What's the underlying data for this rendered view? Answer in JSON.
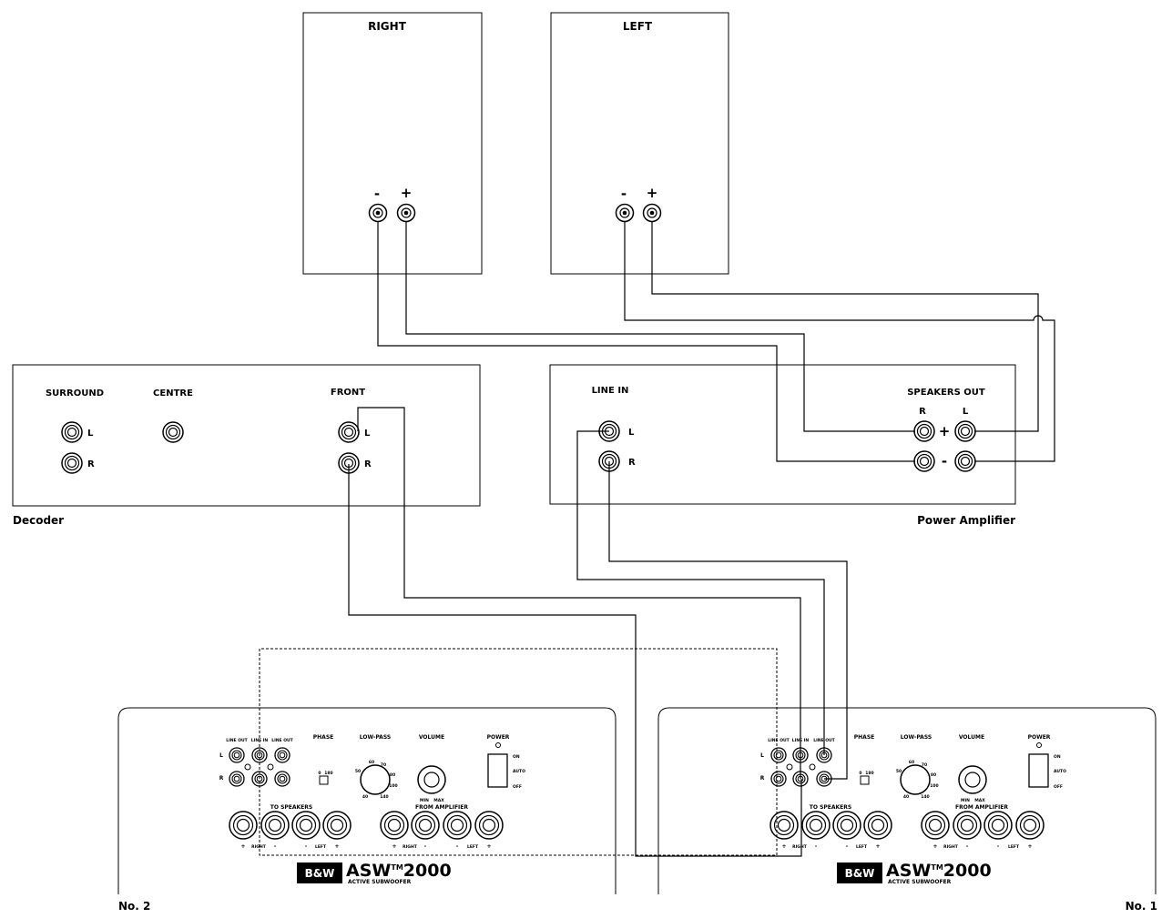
{
  "speakers": {
    "right": {
      "title": "RIGHT",
      "minus": "-",
      "plus": "+"
    },
    "left": {
      "title": "LEFT",
      "minus": "-",
      "plus": "+"
    }
  },
  "decoder": {
    "caption": "Decoder",
    "surround": "SURROUND",
    "centre": "CENTRE",
    "front": "FRONT",
    "l": "L",
    "r": "R"
  },
  "amplifier": {
    "caption": "Power Amplifier",
    "line_in": "LINE IN",
    "speakers_out": "SPEAKERS OUT",
    "l": "L",
    "r": "R",
    "plus": "+",
    "minus": "-"
  },
  "subwoofer": {
    "line_out": "LINE OUT",
    "line_in": "LINE IN",
    "phase": "PHASE",
    "phase_values": [
      "0",
      "180"
    ],
    "low_pass": "LOW-PASS",
    "low_pass_ticks": [
      "40",
      "50",
      "60",
      "70",
      "80",
      "100",
      "140"
    ],
    "volume": "VOLUME",
    "vol_min": "MIN",
    "vol_max": "MAX",
    "power": "POWER",
    "on": "ON",
    "auto": "AUTO",
    "off": "OFF",
    "to_speakers": "TO SPEAKERS",
    "from_amplifier": "FROM AMPLIFIER",
    "right": "RIGHT",
    "left": "LEFT",
    "plus": "+",
    "minus": "-",
    "l": "L",
    "r": "R",
    "brand_logo": "B&W",
    "model": "ASW",
    "trademark": "TM",
    "model_number": "2000",
    "subtitle": "ACTIVE SUBWOOFER"
  },
  "units": {
    "no2": "No. 2",
    "no1": "No. 1"
  }
}
